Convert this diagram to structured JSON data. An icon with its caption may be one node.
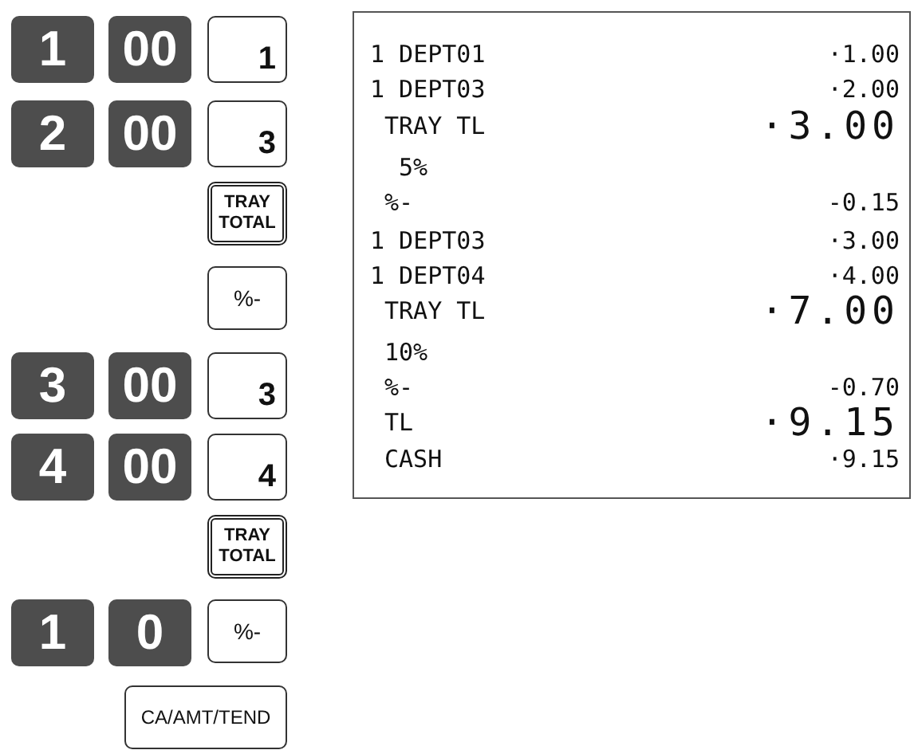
{
  "diagram": {
    "nodes": [
      {
        "text": [
          "1"
        ]
      },
      {
        "text": [
          "00"
        ]
      },
      {
        "text": [
          "1"
        ]
      },
      {
        "text": [
          "2"
        ]
      },
      {
        "text": [
          "00"
        ]
      },
      {
        "text": [
          "3"
        ]
      },
      {
        "text": [
          "TRAY TOTAL"
        ]
      },
      {
        "text": [
          "%-"
        ]
      },
      {
        "text": [
          "3"
        ]
      },
      {
        "text": [
          "00"
        ]
      },
      {
        "text": [
          "3"
        ]
      },
      {
        "text": [
          "4"
        ]
      },
      {
        "text": [
          "00"
        ]
      },
      {
        "text": [
          "4"
        ]
      },
      {
        "text": [
          "TRAY TOTAL"
        ]
      },
      {
        "text": [
          "1"
        ]
      },
      {
        "text": [
          "0"
        ]
      },
      {
        "text": [
          "%-"
        ]
      },
      {
        "text": [
          "CA/AMT/TEND"
        ]
      },
      {
        "text": [
          "1 DEPT01",
          "·1.00",
          "1 DEPT03",
          "·2.00",
          "TRAY TL",
          "·3.00",
          "5%",
          "%-",
          "-0.15",
          "1 DEPT03",
          "·3.00",
          "1 DEPT04",
          "·4.00",
          "TRAY TL",
          "·7.00",
          "10%",
          "%-",
          "-0.70",
          "TL",
          "·9.15",
          "CASH",
          "·9.15"
        ]
      }
    ],
    "edges": []
  }
}
